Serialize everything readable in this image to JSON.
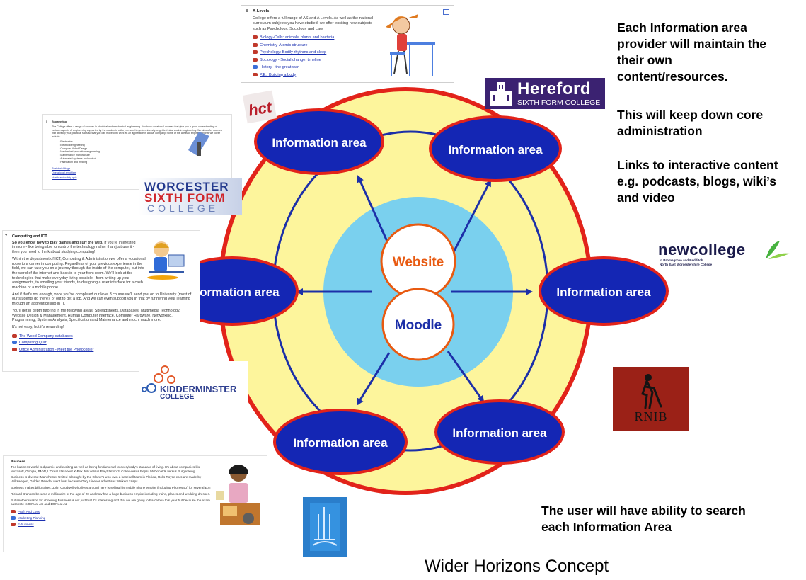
{
  "diagram": {
    "title": "Wider Horizons Concept",
    "center_top": "Website",
    "center_bottom": "Moodle",
    "area_label": "Information area",
    "colors": {
      "outer_ring": "#fdf59c",
      "outer_border": "#e2231a",
      "inner_disc": "#7ad0ee",
      "ellipse_fill": "#1426b4",
      "ellipse_border": "#e2231a",
      "connector": "#1c2fa8",
      "website_text": "#e85a11",
      "moodle_text": "#1c2fa8",
      "center_border": "#e85a11"
    }
  },
  "notes": {
    "n1a": "Each Information area",
    "n1b": "provider will maintain the",
    "n1c": "their own",
    "n1d": "content/resources.",
    "n2a": "This will keep down core",
    "n2b": "administration",
    "n3a": "Links to interactive content",
    "n3b": "e.g. podcasts, blogs, wiki’s",
    "n3c": "and video",
    "n4a": "The user will have ability to search",
    "n4b": "each Information Area"
  },
  "logos": {
    "hereford": "Hereford",
    "hereford_sub": "SIXTH FORM COLLEGE",
    "worcester1": "WORCESTER",
    "worcester2": "SIXTH FORM",
    "worcester3": "COLLEGE",
    "newcollege": "newcollege",
    "newcollege_sub1": "in Bromsgrove and Redditch",
    "newcollege_sub2": "North East Worcestershire College",
    "kidderminster1": "KIDDERMINSTER",
    "kidderminster2": "COLLEGE",
    "rnib": "RNIB",
    "hct": "hct"
  },
  "panels": {
    "alevels": {
      "num": "8",
      "title": "A-Levels",
      "text": "College offers a full range of AS and A Levels. As well as the national curriculum subjects you have studied, we offer exciting new subjects such as Psychology, Sociology and Law.",
      "links": [
        "Biology-Cells: animals, plants and bacteria",
        "Chemistry-Atomic structure",
        "Psychology: Bodily rhythms and sleep",
        "Sociology - Social change: timeline",
        "History - the great war",
        "P.E.: Building a body"
      ]
    },
    "engineering": {
      "num": "5",
      "title": "Engineering",
      "text": "The College offers a range of courses in electrical and mechanical engineering. You have vocational courses that give you a good understanding of various aspects of engineering supported by the academic skills you need to go to university or get technical work in engineering. We also offer courses that develop your practical skills so that you can move onto work as an apprentice in a local company. Some of the areas of engineering that we cover include:",
      "items": [
        "Electronics",
        "Electrical engineering",
        "Computer Aided Design",
        "Mechanical production engineering",
        "Maintenance manufacture",
        "Automated systems and control",
        "Fabrication and welding"
      ],
      "links": [
        "Resistor/Voltage",
        "Operational amplifiers",
        "Health and safety quiz"
      ]
    },
    "computing": {
      "num": "7",
      "title": "Computing and ICT",
      "lead": "So you know how to play games and surf the web.",
      "text1": "If you're interested in more - like being able to control the technology rather than just use it - then you need to think about studying computing!",
      "text2": "Within the department of ICT, Computing & Administration we offer a vocational route to a career in computing. Regardless of your previous experience in the field, we can take you on a journey through the inside of the computer, out into the world of the internet and back in to your front room. We'll look at the technologies that make everyday living possible - from writing up your assignments, to emailing your friends, to designing a user interface for a cash machine or a mobile phone.",
      "text3": "And if that's not enough, once you've completed our level 3 course we'll send you on to University (most of our students go there), or out to get a job. And we can even support you in that by furthering your learning through an apprenticeship in IT.",
      "text4": "You'll get in depth tutoring in the following areas: Spreadsheets, Databases, Multimedia Technology, Website Design & Management, Human Computer Interface, Computer Hardware, Networking, Programming, Systems Analysis, Specification and Maintenance and much, much more.",
      "text5": "It's not easy, but it's rewarding!",
      "links": [
        "The Wood Company databases",
        "Computing Quiz",
        "Office Administration - Meet the Photocopier"
      ]
    },
    "business": {
      "title": "Business",
      "text1": "The business world is dynamic and exciting as well as being fundamental to everybody's standard of living. It's about companies like Microsoft, Google, BMW, L'Oreal. It's about X-Box 360 versus PlayStation 3, Coke versus Pepsi, McDonalds versus Burger King.",
      "text2": "Business is diverse: Manchester United is bought by the Glazer's who own a baseball team in Florida, Rolls Royce cars are made by Volkswagen, Golden Wonder went bust because Gary Lineker advertises Walkers crisps.",
      "text3": "Business makes billionaires: John Caudwell who lives around here is selling his mobile phone empire (including Phones4U) for several £bn",
      "text4": "Richard Branson became a millionaire at the age of 20 and now has a huge business empire including trains, planes and wedding dresses.",
      "text5": "But another reason for choosing Business is not just that it's interesting and that we are going to Barcelona this year but because the exam pass rate is 98% at AS and 100% at A2",
      "links": [
        "Profit And Loss",
        "Marketing Planning",
        "E-business"
      ]
    }
  }
}
